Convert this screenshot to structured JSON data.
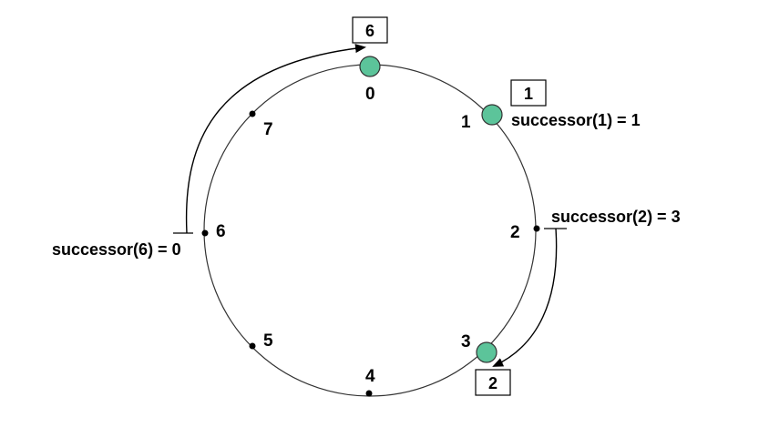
{
  "ring": {
    "identifiers": [
      "0",
      "1",
      "2",
      "3",
      "4",
      "5",
      "6",
      "7"
    ],
    "nodes": [
      "0",
      "1",
      "3"
    ]
  },
  "keys": [
    {
      "key": "1",
      "label": "successor(1) = 1"
    },
    {
      "key": "2",
      "label": "successor(2) = 3"
    },
    {
      "key": "6",
      "label": "successor(6) = 0"
    }
  ],
  "colors": {
    "node": "#5cc49a",
    "ring": "#333333"
  }
}
